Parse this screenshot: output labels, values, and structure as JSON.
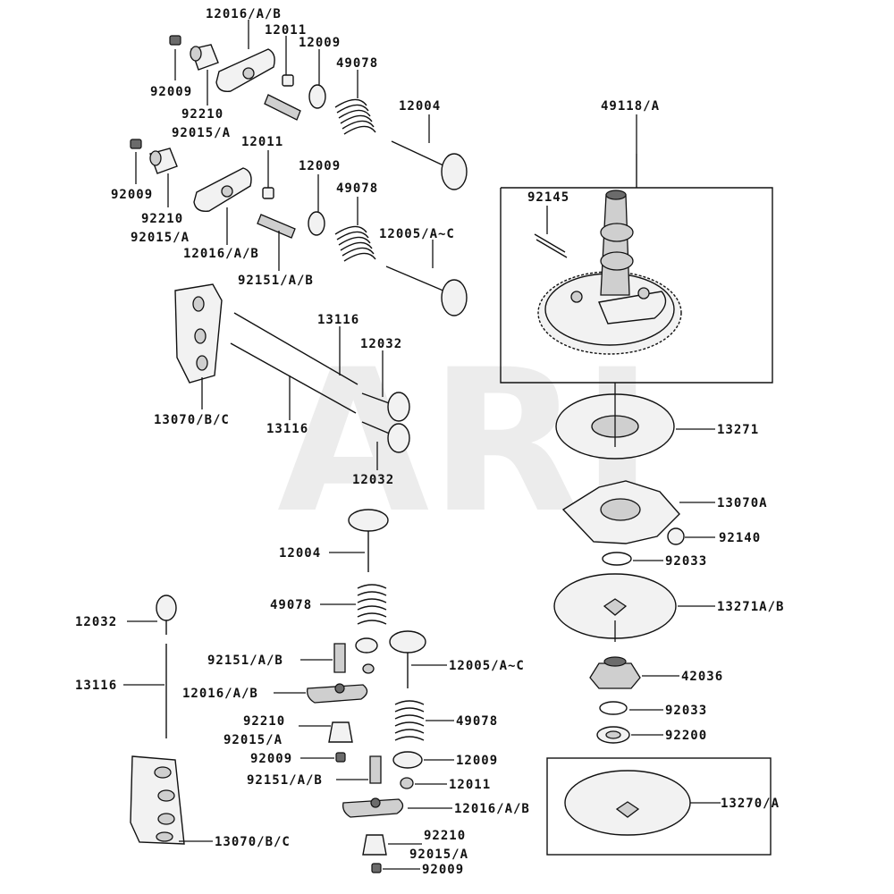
{
  "watermark": "ARI",
  "labels": {
    "l12016ab_top": "12016/A/B",
    "l12011_top": "12011",
    "l12009_top": "12009",
    "l49078_top": "49078",
    "l92009_top": "92009",
    "l92210_top": "92210",
    "l92015a_top": "92015/A",
    "l12004_top": "12004",
    "l12011_2": "12011",
    "l12009_2": "12009",
    "l49078_2": "49078",
    "l92009_2": "92009",
    "l92210_2": "92210",
    "l92015a_2": "92015/A",
    "l12016ab_2": "12016/A/B",
    "l12005ac_top": "12005/A~C",
    "l92151ab_top": "92151/A/B",
    "l13116_top": "13116",
    "l12032_top": "12032",
    "l13070bc_top": "13070/B/C",
    "l13116_2": "13116",
    "l12032_2": "12032",
    "l49118a": "49118/A",
    "l92145": "92145",
    "l13271": "13271",
    "l13070a": "13070A",
    "l92140": "92140",
    "l92033_1": "92033",
    "l13271ab": "13271A/B",
    "l42036": "42036",
    "l92033_2": "92033",
    "l92200": "92200",
    "l13270a": "13270/A",
    "l12004_low": "12004",
    "l49078_low": "49078",
    "l12032_low": "12032",
    "l92151ab_low": "92151/A/B",
    "l12005ac_low": "12005/A~C",
    "l13116_low": "13116",
    "l12016ab_low": "12016/A/B",
    "l49078_low2": "49078",
    "l92210_low": "92210",
    "l92015a_low": "92015/A",
    "l92009_low": "92009",
    "l12009_low": "12009",
    "l92151ab_low2": "92151/A/B",
    "l12011_low": "12011",
    "l12016ab_low2": "12016/A/B",
    "l13070bc_low": "13070/B/C",
    "l92210_low2": "92210",
    "l92015a_low2": "92015/A",
    "l92009_low2": "92009"
  }
}
